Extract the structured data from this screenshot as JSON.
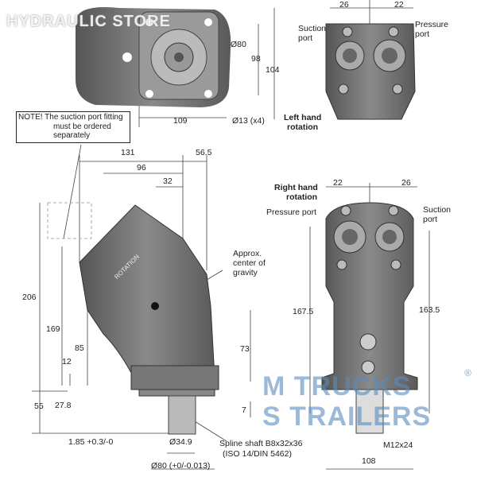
{
  "watermark": "HYDRAULIC STORE",
  "logo": {
    "line1": "M  TRUCKS",
    "line2": "S  TRAILERS",
    "registered": "®"
  },
  "note": {
    "line1": "NOTE! The suction port fitting",
    "line2": "must be ordered",
    "line3": "separately"
  },
  "top_view": {
    "d_flange": "Ø80",
    "h98": "98",
    "h104": "104",
    "w109": "109",
    "holes": "Ø13 (x4)"
  },
  "left_rotation_view": {
    "d26": "26",
    "d22": "22",
    "suction": "Suction port",
    "pressure": "Pressure port",
    "rotation_title_1": "Left hand",
    "rotation_title_2": "rotation"
  },
  "side_view": {
    "w131": "131",
    "w56_5": "56.5",
    "w96": "96",
    "w32": "32",
    "cog_1": "Approx.",
    "cog_2": "center of",
    "cog_3": "gravity",
    "rotation": "ROTATION",
    "h206": "206",
    "h169": "169",
    "h85": "85",
    "h12": "12",
    "h73": "73",
    "h55": "55",
    "h27_8": "27.8",
    "h7": "7",
    "tol": "1.85 +0.3/-0",
    "d34_9": "Ø34.9",
    "spline_1": "Spline shaft B8x32x36",
    "spline_2": "(ISO 14/DIN 5462)",
    "d80": "Ø80 (+0/-0.013)"
  },
  "right_rotation_view": {
    "rotation_title_1": "Right hand",
    "rotation_title_2": "rotation",
    "d22": "22",
    "d26": "26",
    "pressure": "Pressure port",
    "suction_1": "Suction",
    "suction_2": "port",
    "h167_5": "167.5",
    "h163_5": "163.5",
    "thread": "M12x24",
    "w108": "108"
  }
}
